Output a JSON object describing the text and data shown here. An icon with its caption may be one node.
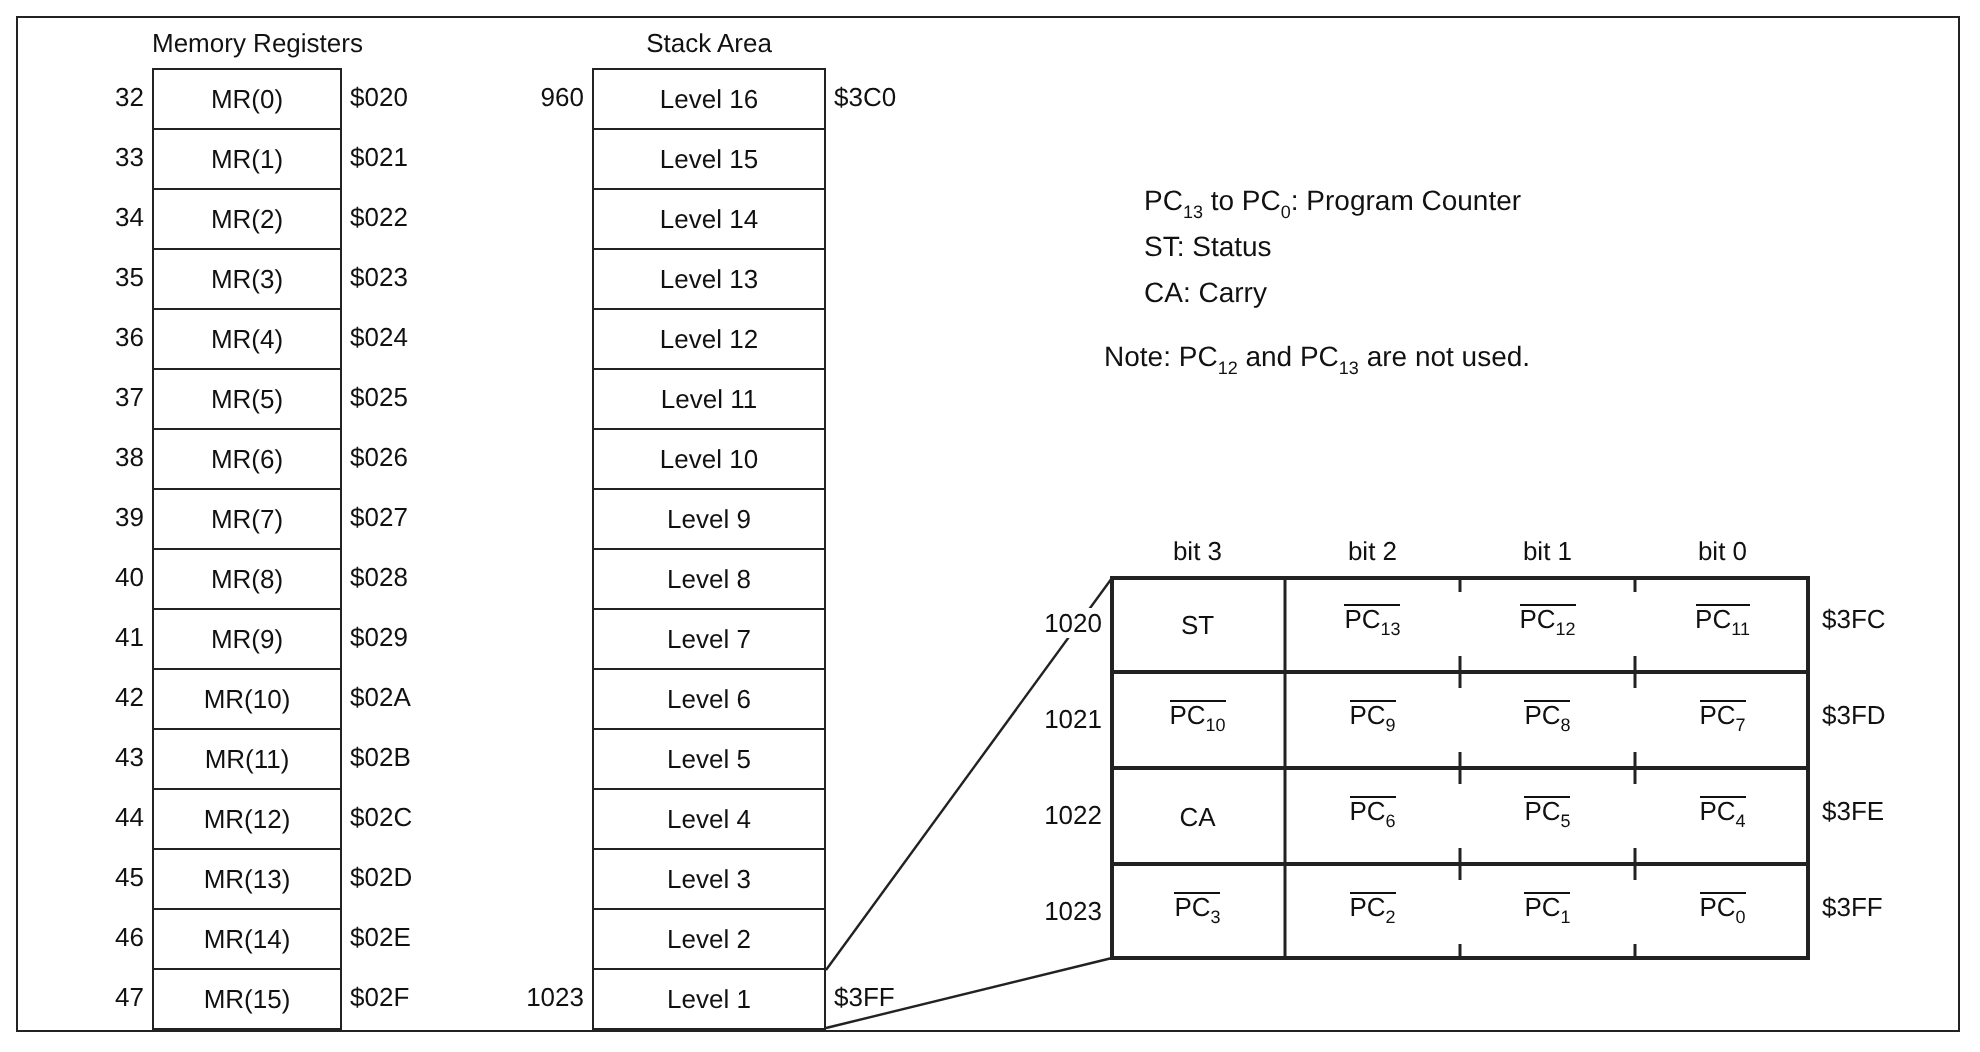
{
  "diagram": {
    "nodes": [
      {
        "text": [
          "Memory Registers"
        ]
      },
      {
        "text": [
          "MR(0)"
        ],
        "in": 0,
        "beside": [
          "32",
          "$020"
        ]
      },
      {
        "text": [
          "MR(1)"
        ],
        "in": 0,
        "beside": [
          "33",
          "$021"
        ]
      },
      {
        "text": [
          "MR(2)"
        ],
        "in": 0,
        "beside": [
          "34",
          "$022"
        ]
      },
      {
        "text": [
          "MR(3)"
        ],
        "in": 0,
        "beside": [
          "35",
          "$023"
        ]
      },
      {
        "text": [
          "MR(4)"
        ],
        "in": 0,
        "beside": [
          "36",
          "$024"
        ]
      },
      {
        "text": [
          "MR(5)"
        ],
        "in": 0,
        "beside": [
          "37",
          "$025"
        ]
      },
      {
        "text": [
          "MR(6)"
        ],
        "in": 0,
        "beside": [
          "38",
          "$026"
        ]
      },
      {
        "text": [
          "MR(7)"
        ],
        "in": 0,
        "beside": [
          "39",
          "$027"
        ]
      },
      {
        "text": [
          "MR(8)"
        ],
        "in": 0,
        "beside": [
          "40",
          "$028"
        ]
      },
      {
        "text": [
          "MR(9)"
        ],
        "in": 0,
        "beside": [
          "41",
          "$029"
        ]
      },
      {
        "text": [
          "MR(10)"
        ],
        "in": 0,
        "beside": [
          "42",
          "$02A"
        ]
      },
      {
        "text": [
          "MR(11)"
        ],
        "in": 0,
        "beside": [
          "43",
          "$02B"
        ]
      },
      {
        "text": [
          "MR(12)"
        ],
        "in": 0,
        "beside": [
          "44",
          "$02C"
        ]
      },
      {
        "text": [
          "MR(13)"
        ],
        "in": 0,
        "beside": [
          "45",
          "$02D"
        ]
      },
      {
        "text": [
          "MR(14)"
        ],
        "in": 0,
        "beside": [
          "46",
          "$02E"
        ]
      },
      {
        "text": [
          "MR(15)"
        ],
        "in": 0,
        "beside": [
          "47",
          "$02F"
        ]
      },
      {
        "text": [
          "Stack Area"
        ]
      },
      {
        "text": [
          "Level 16"
        ],
        "in": 17,
        "beside": [
          "960",
          "$3C0"
        ]
      },
      {
        "text": [
          "Level 15"
        ],
        "in": 17
      },
      {
        "text": [
          "Level 14"
        ],
        "in": 17
      },
      {
        "text": [
          "Level 13"
        ],
        "in": 17
      },
      {
        "text": [
          "Level 12"
        ],
        "in": 17
      },
      {
        "text": [
          "Level 11"
        ],
        "in": 17
      },
      {
        "text": [
          "Level 10"
        ],
        "in": 17
      },
      {
        "text": [
          "Level 9"
        ],
        "in": 17
      },
      {
        "text": [
          "Level 8"
        ],
        "in": 17
      },
      {
        "text": [
          "Level 7"
        ],
        "in": 17
      },
      {
        "text": [
          "Level 6"
        ],
        "in": 17
      },
      {
        "text": [
          "Level 5"
        ],
        "in": 17
      },
      {
        "text": [
          "Level 4"
        ],
        "in": 17
      },
      {
        "text": [
          "Level 3"
        ],
        "in": 17
      },
      {
        "text": [
          "Level 2"
        ],
        "in": 17
      },
      {
        "text": [
          "Level 1"
        ],
        "in": 17,
        "beside": [
          "1023",
          "$3FF"
        ]
      },
      {
        "text": [],
        "shape": "box"
      },
      {
        "text": [
          "ST"
        ],
        "in": 34,
        "beside": [
          "1020"
        ]
      },
      {
        "text": [
          "PC$_{13}$"
        ],
        "in": 34
      },
      {
        "text": [
          "PC$_{12}$"
        ],
        "in": 34
      },
      {
        "text": [
          "PC$_{11}$"
        ],
        "in": 34,
        "beside": [
          "$3FC"
        ]
      },
      {
        "text": [
          "PC$_{10}$"
        ],
        "in": 34,
        "beside": [
          "1021"
        ]
      },
      {
        "text": [
          "PC$_{9}$"
        ],
        "in": 34
      },
      {
        "text": [
          "PC$_{8}$"
        ],
        "in": 34
      },
      {
        "text": [
          "PC$_{7}$"
        ],
        "in": 34,
        "beside": [
          "$3FD"
        ]
      },
      {
        "text": [
          "CA"
        ],
        "in": 34,
        "beside": [
          "1022"
        ]
      },
      {
        "text": [
          "PC$_{6}$"
        ],
        "in": 34
      },
      {
        "text": [
          "PC$_{5}$"
        ],
        "in": 34
      },
      {
        "text": [
          "PC$_{4}$"
        ],
        "in": 34,
        "beside": [
          "$3FE"
        ]
      },
      {
        "text": [
          "PC$_{3}$"
        ],
        "in": 34,
        "beside": [
          "1023"
        ]
      },
      {
        "text": [
          "PC$_{2}$"
        ],
        "in": 34
      },
      {
        "text": [
          "PC$_{1}$"
        ],
        "in": 34
      },
      {
        "text": [
          "PC$_{0}$"
        ],
        "in": 34,
        "beside": [
          "$3FF"
        ]
      }
    ],
    "edges": [
      {
        "from": 33,
        "to": 34,
        "arrow": "none"
      },
      {
        "from": 33,
        "to": 34,
        "arrow": "none"
      }
    ],
    "labels": [
      "PC$_{13}$ to PC$_{0}$: Program Counter",
      "ST: Status",
      "CA: Carry",
      "Note: PC$_{12}$ and PC$_{13}$ are not used.",
      "bit 3",
      "bit 2",
      "bit 1",
      "bit 0"
    ]
  }
}
